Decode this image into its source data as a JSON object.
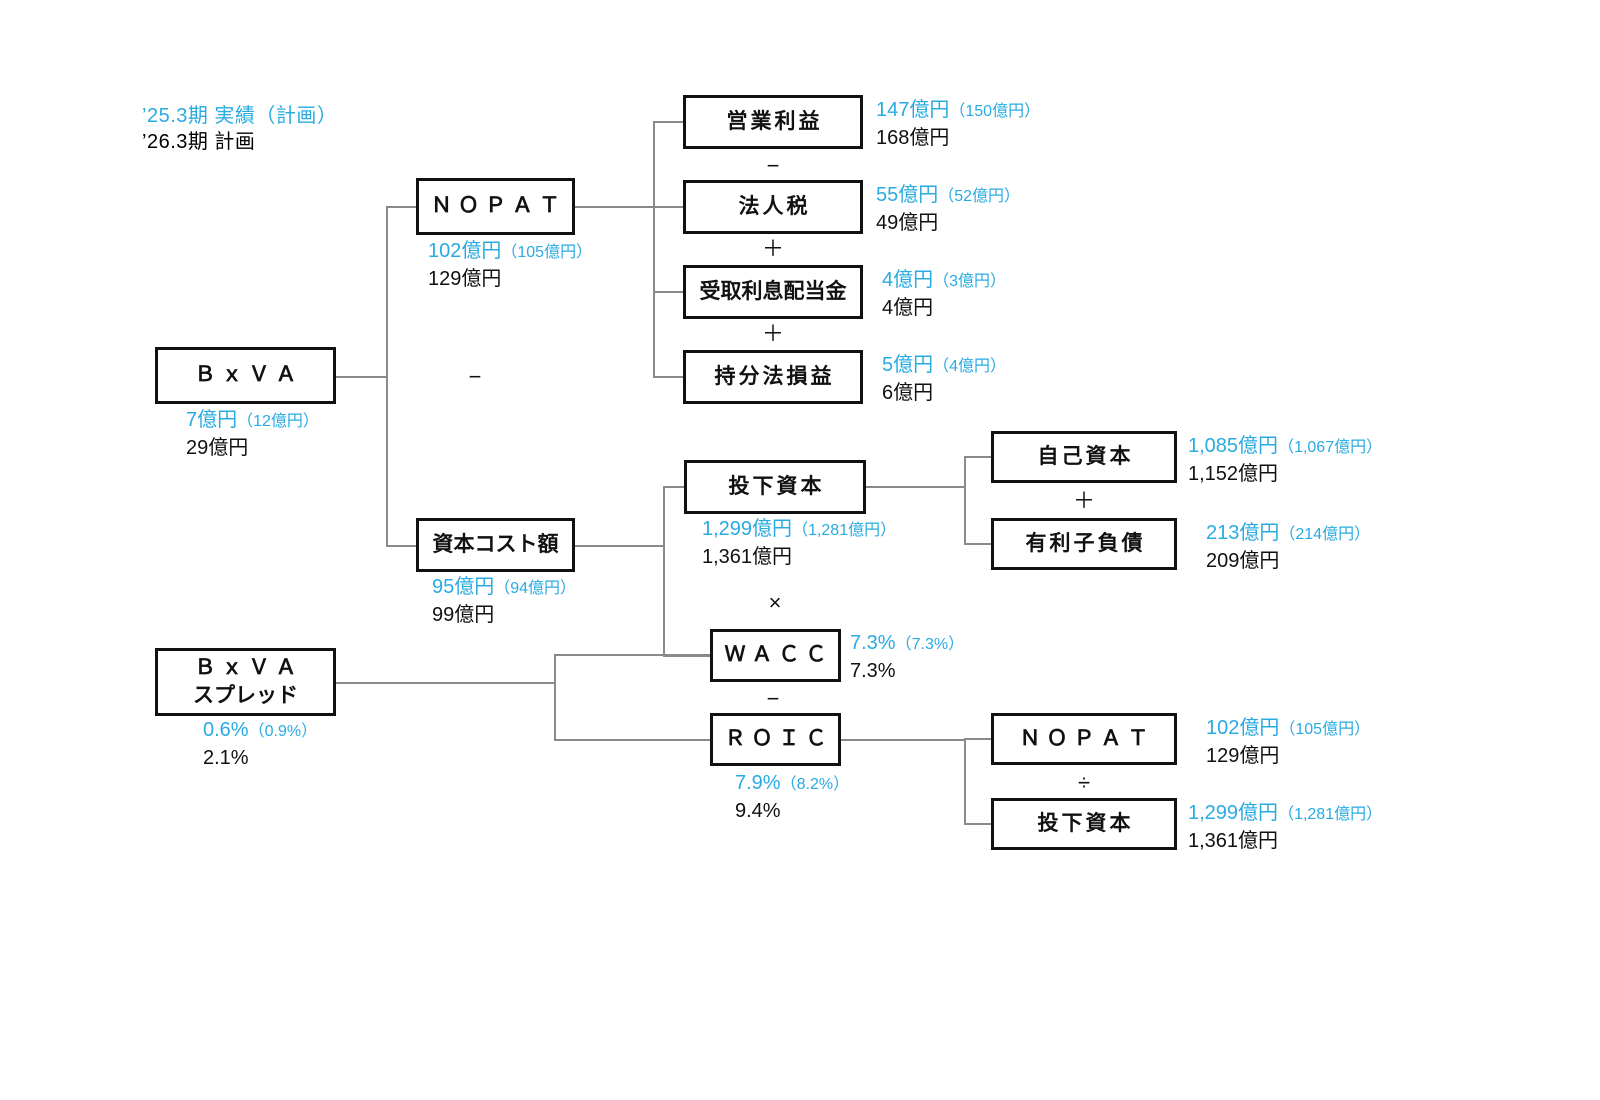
{
  "legend": {
    "line1": "’25.3期 実績（計画）",
    "line2": "’26.3期 計画"
  },
  "operators": {
    "minus_center": "−",
    "minus_op_tax": "−",
    "plus_interest": "＋",
    "plus_equity_method": "＋",
    "multiply": "×",
    "plus_equity_debt": "＋",
    "minus_wacc_roic": "−",
    "divide": "÷"
  },
  "nodes": {
    "bxva": {
      "label": "ＢｘＶＡ",
      "actual": "7億円",
      "plan_paren": "（12億円）",
      "next_plan": "29億円"
    },
    "nopat": {
      "label": "ＮＯＰＡＴ",
      "actual": "102億円",
      "plan_paren": "（105億円）",
      "next_plan": "129億円"
    },
    "operating_profit": {
      "label": "営業利益",
      "actual": "147億円",
      "plan_paren": "（150億円）",
      "next_plan": "168億円"
    },
    "corporate_tax": {
      "label": "法人税",
      "actual": "55億円",
      "plan_paren": "（52億円）",
      "next_plan": "49億円"
    },
    "interest_dividend_income": {
      "label": "受取利息配当金",
      "actual": "4億円",
      "plan_paren": "（3億円）",
      "next_plan": "4億円"
    },
    "equity_method_pl": {
      "label": "持分法損益",
      "actual": "5億円",
      "plan_paren": "（4億円）",
      "next_plan": "6億円"
    },
    "capital_cost": {
      "label": "資本コスト額",
      "actual": "95億円",
      "plan_paren": "（94億円）",
      "next_plan": "99億円"
    },
    "invested_capital": {
      "label": "投下資本",
      "actual": "1,299億円",
      "plan_paren": "（1,281億円）",
      "next_plan": "1,361億円"
    },
    "shareholders_equity": {
      "label": "自己資本",
      "actual": "1,085億円",
      "plan_paren": "（1,067億円）",
      "next_plan": "1,152億円"
    },
    "interest_bearing_debt": {
      "label": "有利子負債",
      "actual": "213億円",
      "plan_paren": "（214億円）",
      "next_plan": "209億円"
    },
    "wacc": {
      "label": "ＷＡＣＣ",
      "actual": "7.3%",
      "plan_paren": "（7.3%）",
      "next_plan": "7.3%"
    },
    "roic": {
      "label": "ＲＯＩＣ",
      "actual": "7.9%",
      "plan_paren": "（8.2%）",
      "next_plan": "9.4%"
    },
    "bxva_spread": {
      "label_line1": "ＢｘＶＡ",
      "label_line2": "スプレッド",
      "actual": "0.6%",
      "plan_paren": "（0.9%）",
      "next_plan": "2.1%"
    },
    "nopat_bottom": {
      "label": "ＮＯＰＡＴ",
      "actual": "102億円",
      "plan_paren": "（105億円）",
      "next_plan": "129億円"
    },
    "invested_capital_bottom": {
      "label": "投下資本",
      "actual": "1,299億円",
      "plan_paren": "（1,281億円）",
      "next_plan": "1,361億円"
    }
  },
  "colors": {
    "accent": "#29ABE2",
    "text": "#111111",
    "line": "#8a8a8a",
    "background": "#ffffff"
  }
}
